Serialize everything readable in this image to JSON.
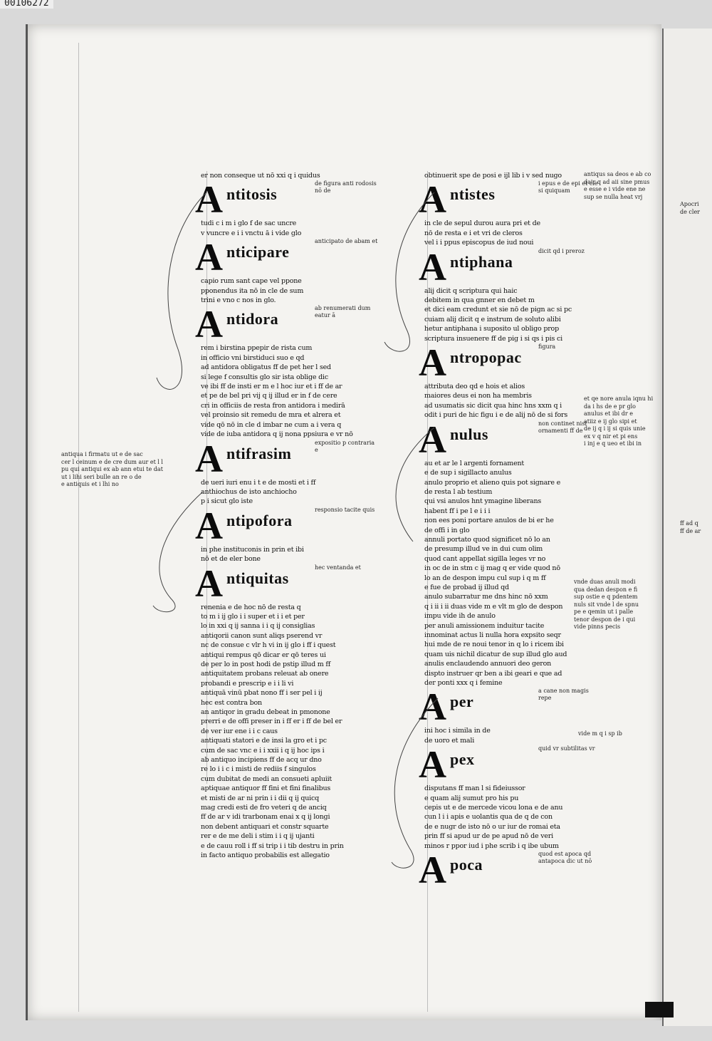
{
  "page_id": "00106272",
  "left_column": {
    "top_line": "er non conseque ut nō xxi q i quidus",
    "entries": [
      {
        "cap": "A",
        "word": "ntitosis",
        "gloss": "de figura anti rodosis nō de",
        "lines": [
          "tudi c i m i glo f de sac uncre",
          "v vuncre e i i vnctu ā i vide glo"
        ]
      },
      {
        "cap": "A",
        "word": "nticipare",
        "gloss": "anticipato de abam et",
        "lines": [
          "capio rum sant cape vel ppone",
          "pponendus ita nō in cle de sum",
          "trini e vno c nos in glo."
        ]
      },
      {
        "cap": "A",
        "word": "ntidora",
        "gloss": "ab renumerati dum eatur ā",
        "lines": [
          "rem i birstina ppepir de rista cum",
          "in officio vni birstiduci suo e qd",
          "ad antidora obligatus ff de pet her l sed",
          "si lege f consultis  glo sir ista oblige dic",
          "ve ibi ff de insti er m e l hoc iur et i ff de ar",
          "et pe de bel pri vij q ij illud er in f de cere",
          "cri in officiis de resta fron antidora i medirā",
          "vel proinsio sit remedu de mra et alrera et",
          "vide qō nō in cle d imbar ne cum a i vera q",
          "vide de iuba antidora q ij nona ppsiura e vr nō"
        ]
      },
      {
        "cap": "A",
        "word": "ntifrasim",
        "gloss": "expositio p contraria e",
        "lines": [
          "de ueri iuri enu i t e de mosti et i ff",
          "anthiochus de isto anchiocho",
          "p i sicut glo iste"
        ]
      },
      {
        "cap": "A",
        "word": "ntipofora",
        "gloss": "responsio tacite quis",
        "lines": [
          "in phe instituconis in prin  et ibi",
          "nō et de eler bone"
        ]
      },
      {
        "cap": "A",
        "word": "ntiquitas",
        "gloss": "hec ventanda et",
        "lines": [
          "renenia e de hoc nō de resta q",
          "to m i ij glo i i super et i i et per",
          "lo in xxi q ij sanna i i q ij consiglias",
          "antiqorii canon sunt aliqs pserend vr",
          "nc de consue c vlr h vi in ij glo i ff i quest",
          "antiqui rempus qō dicar er qō teres ui",
          "de per lo in post hodi de pstip illud m ff",
          "antiquitatem probans releuat ab onere",
          "probandi e prescrip e i i li vi",
          "antiquā vinū pbat nono ff i ser pel i ij",
          "hec est contra bon",
          "an antiqor in gradu debeat in pmonone",
          "prerri e de offi preser in i ff er i ff de bel er",
          "de ver iur ene i i c caus",
          "antiquati statori e de insi la gro et i pc",
          "cum de sac vnc e i i xxii i q ij hoc ips i",
          "ab antiquo incipiens ff de acq  ur dno",
          "re lo i i c i misti de rediis f singulos",
          "cum dubitat de medi an consueti apluiit",
          "aptiquae antiquor ff fini et fini finalibus",
          "et misti de ar ni prin i i dii q ij quicq",
          "mag credi esti de fro veteri q de anciq",
          "ff de ar v idi trarbonam enai x q ij longi",
          "non debent antiquari et constr squarte",
          "rer e de me deli i stim i i q ij ujanti",
          "e de cauu roll i ff si trip i i tib destru in prin",
          "in facto antiquo probabilis est allegatio"
        ]
      }
    ]
  },
  "right_column": {
    "top_line": "obtinuerit spe de posi e ijl lib i v sed nugo",
    "entries": [
      {
        "cap": "A",
        "word": "ntistes",
        "gloss": "i epus e de epi et cle si quiquam",
        "lines": [
          "in cle de sepul durou aura pri et de",
          "nō de resta e i et vri de cleros",
          "vel i i ppus episcopus de iud noui"
        ]
      },
      {
        "cap": "A",
        "word": "ntiphana",
        "gloss": "dicit qd i preroz",
        "lines": [
          "alij dicit q scriptura qui haic",
          "debitem in qua gnner en debet m",
          "et dici eam credunt et sie nō de pign ac si pc",
          "cuiam alij dicit q e instrum de soluto alibi",
          "hetur antiphana i suposito ul obligo prop",
          "scriptura insuenere ff de pig i si qs i pis ci"
        ]
      },
      {
        "cap": "A",
        "word": "ntropopac",
        "gloss": "figura",
        "lines": [
          "attributa deo qd e hois et alios",
          "maiores deus ei non ha membris",
          "ad usumatis sic dicit qua hinc hns xxm q i",
          "odit  i puri de hic figu i e de alij nō de si fors"
        ]
      },
      {
        "cap": "A",
        "word": "nulus",
        "gloss": "non continet nisi ornamenti ff de",
        "lines": [
          "au et ar le l argenti fornament",
          "e de sup i sigillacto anulus",
          "anulo proprio et alieno quis pot signare e",
          "de resta l ab testium",
          "qui vsi anulos hnt ymagine liberans",
          "habent ff i pe l e i  i i",
          "non ees poni portare anulos de bi er he",
          "de offi i in glo",
          "annuli portato quod significet nō lo an",
          "de presump illud ve in dui cum olim",
          "quod cant appellat sigilla leges vr no",
          "in oc de in stm c ij mag q er vide quod nō",
          "lo an de despon impu cul sup i q m ff",
          "e fue de probad ij illud qd",
          "anulo subarratur me dns hinc nō xxm",
          "q i ii i ii duas vide m e vlt m glo de despon",
          "impu vide ih de anulo",
          "per anuli amissionem induitur tacite",
          "innominat actus li nulla hora expsito seqr",
          "hui mde de re noui tenor in q lo i ricem ibi",
          "quam uis nichil dicatur de sup illud glo aud",
          "anulis enclaudendo annuori deo geron",
          "dispto instruer qr ben a ibi geari e que ad",
          "der ponti xxx q i femine"
        ]
      },
      {
        "cap": "A",
        "word": "per",
        "gloss": "a cane non magis repe",
        "lines": [
          "ini hoc i simila in de",
          "de uoro et mali"
        ]
      },
      {
        "cap": "A",
        "word": "pex",
        "gloss": "quid vr subtilitas vr",
        "lines": [
          "disputans ff man l si fideiussor",
          "e quam alij sumut pro his pu",
          "cepis ut e de mercede vicou lona e de anu",
          "cun l i i apis e uolantis qua de q de con",
          "de e nugr de isto nō o ur iur de romai eta",
          "prin ff si apud ur de pe apud nō de veri",
          "minos r ppor iud i phe scrib i q ibe ubum"
        ]
      },
      {
        "cap": "A",
        "word": "poca",
        "gloss": "quod est apoca qd antapoca dic ut nō",
        "lines": []
      }
    ]
  },
  "margin_notes": {
    "left": [
      "antiqua i firmatu ut e de sac",
      "cer l ceinum e de cre dum aur et l l",
      "pu qui antiqui ex ab ann  etui te dat",
      "ut i lihi seri bulle an  re o de",
      "e antiquis et i lhi no"
    ],
    "right_top": [
      "antiqus sa deos e ab co",
      "dair q ad aii sine pmus",
      "e esse e i vide ene ne",
      "sup se nulla heat vrj"
    ],
    "right_mid": [
      "et qe nore anula iqnu hi",
      "da i hs de e pr glo",
      "anulus et ibi dr e",
      "atiiz e ij glo sipi et",
      "de ij q i ij si quis unie",
      "ex v q nir et pi ens",
      "i inj e q ueo et ibi in"
    ],
    "right_lower": [
      "vnde duas anuli modi",
      "qua dedan despon e fi",
      "sup ostie e q pdentem",
      "nuls sit vnde l de spnu",
      "pe e qemin ut i palle",
      "tenor despon de i qui",
      "vide pinns pecis"
    ],
    "right_apex": [
      "vide m q i sp ib"
    ],
    "far_right": [
      "Apocri",
      "de cler"
    ],
    "far_right_low": [
      "ff ad q",
      "ff de ar"
    ]
  }
}
